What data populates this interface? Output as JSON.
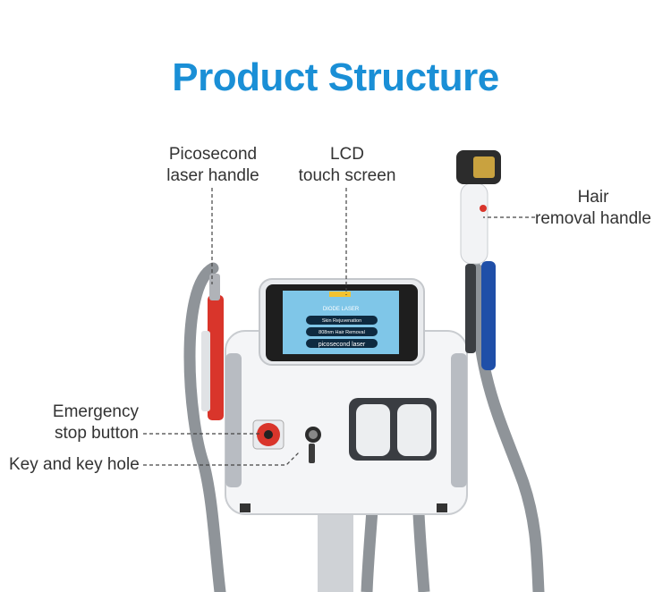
{
  "title": "Product Structure",
  "callouts": {
    "picosecond_handle": {
      "line1": "Picosecond",
      "line2": "laser handle"
    },
    "lcd": {
      "line1": "LCD",
      "line2": "touch screen"
    },
    "hair_handle": {
      "line1": "Hair",
      "line2": "removal handle"
    },
    "emergency": {
      "line1": "Emergency",
      "line2": "stop button"
    },
    "key": {
      "line1": "Key and key hole"
    }
  },
  "screen": {
    "header": "DIODE LASER",
    "buttons": [
      "Skin Rejuvenation",
      "808nm Hair Removal",
      "picosecond laser"
    ]
  },
  "colors": {
    "title": "#1a8fd6",
    "machine_body": "#f4f5f7",
    "handle_red": "#d9352b",
    "strap_blue": "#1f4fa8",
    "hose_gray": "#8f9499"
  }
}
